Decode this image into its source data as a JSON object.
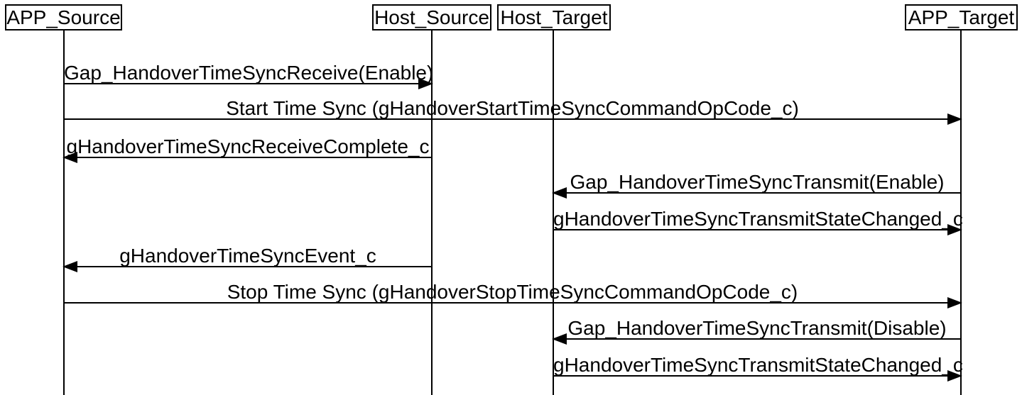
{
  "diagram": {
    "type": "sequence-diagram",
    "colors": {
      "line": "#000000",
      "background": "#ffffff",
      "text": "#000000"
    },
    "participants": [
      {
        "name": "APP_Source"
      },
      {
        "name": "Host_Source"
      },
      {
        "name": "Host_Target"
      },
      {
        "name": "APP_Target"
      }
    ],
    "messages": [
      {
        "label": "Gap_HandoverTimeSyncReceive(Enable)",
        "from": "APP_Source",
        "to": "Host_Source",
        "direction": "right"
      },
      {
        "label": "Start Time Sync (gHandoverStartTimeSyncCommandOpCode_c)",
        "from": "APP_Source",
        "to": "APP_Target",
        "direction": "right"
      },
      {
        "label": "gHandoverTimeSyncReceiveComplete_c",
        "from": "Host_Source",
        "to": "APP_Source",
        "direction": "left"
      },
      {
        "label": "Gap_HandoverTimeSyncTransmit(Enable)",
        "from": "APP_Target",
        "to": "Host_Target",
        "direction": "left"
      },
      {
        "label": "gHandoverTimeSyncTransmitStateChanged_c",
        "from": "Host_Target",
        "to": "APP_Target",
        "direction": "right"
      },
      {
        "label": "gHandoverTimeSyncEvent_c",
        "from": "Host_Source",
        "to": "APP_Source",
        "direction": "left"
      },
      {
        "label": "Stop Time Sync (gHandoverStopTimeSyncCommandOpCode_c)",
        "from": "APP_Source",
        "to": "APP_Target",
        "direction": "right"
      },
      {
        "label": "Gap_HandoverTimeSyncTransmit(Disable)",
        "from": "APP_Target",
        "to": "Host_Target",
        "direction": "left"
      },
      {
        "label": "gHandoverTimeSyncTransmitStateChanged_c",
        "from": "Host_Target",
        "to": "APP_Target",
        "direction": "right"
      }
    ]
  }
}
